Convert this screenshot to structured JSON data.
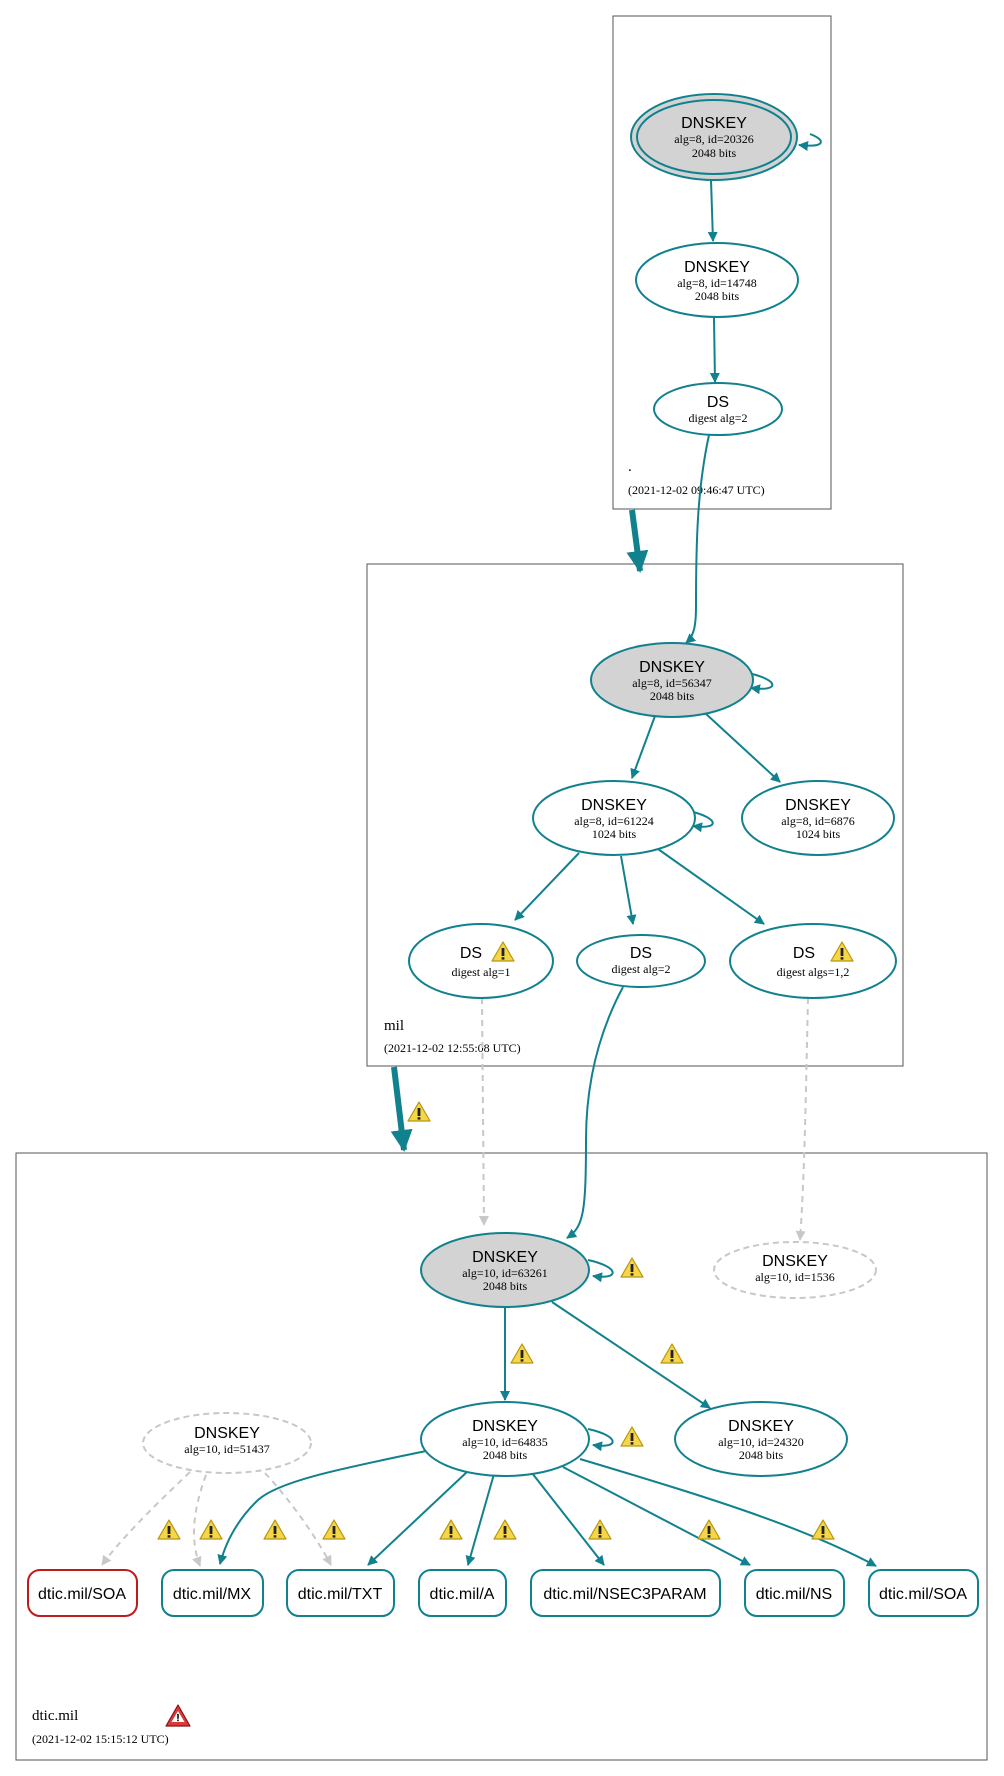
{
  "zones": {
    "root": {
      "name": ".",
      "time": "(2021-12-02 09:46:47 UTC)"
    },
    "mil": {
      "name": "mil",
      "time": "(2021-12-02 12:55:08 UTC)"
    },
    "dtic": {
      "name": "dtic.mil",
      "time": "(2021-12-02 15:15:12 UTC)"
    }
  },
  "nodes": {
    "root_ksk": {
      "title": "DNSKEY",
      "line1": "alg=8, id=20326",
      "line2": "2048 bits"
    },
    "root_zsk": {
      "title": "DNSKEY",
      "line1": "alg=8, id=14748",
      "line2": "2048 bits"
    },
    "root_ds": {
      "title": "DS",
      "line1": "digest alg=2"
    },
    "mil_ksk": {
      "title": "DNSKEY",
      "line1": "alg=8, id=56347",
      "line2": "2048 bits"
    },
    "mil_zsk1": {
      "title": "DNSKEY",
      "line1": "alg=8, id=61224",
      "line2": "1024 bits"
    },
    "mil_zsk2": {
      "title": "DNSKEY",
      "line1": "alg=8, id=6876",
      "line2": "1024 bits"
    },
    "mil_ds1": {
      "title": "DS",
      "line1": "digest alg=1"
    },
    "mil_ds2": {
      "title": "DS",
      "line1": "digest alg=2"
    },
    "mil_ds3": {
      "title": "DS",
      "line1": "digest algs=1,2"
    },
    "dtic_ksk": {
      "title": "DNSKEY",
      "line1": "alg=10, id=63261",
      "line2": "2048 bits"
    },
    "dtic_k1536": {
      "title": "DNSKEY",
      "line1": "alg=10, id=1536"
    },
    "dtic_zsk": {
      "title": "DNSKEY",
      "line1": "alg=10, id=64835",
      "line2": "2048 bits"
    },
    "dtic_k24320": {
      "title": "DNSKEY",
      "line1": "alg=10, id=24320",
      "line2": "2048 bits"
    },
    "dtic_k51437": {
      "title": "DNSKEY",
      "line1": "alg=10, id=51437"
    }
  },
  "records": {
    "soa_err": "dtic.mil/SOA",
    "mx": "dtic.mil/MX",
    "txt": "dtic.mil/TXT",
    "a": "dtic.mil/A",
    "nsec3param": "dtic.mil/NSEC3PARAM",
    "ns": "dtic.mil/NS",
    "soa": "dtic.mil/SOA"
  },
  "colors": {
    "secure_edge": "#11818e",
    "insecure_edge": "#c8c8c8",
    "error_border": "#bf1b1b",
    "warning_fill": "#f5d54a",
    "error_fill": "#d93a3a"
  },
  "icons": {
    "warning": "warning-icon",
    "error": "error-icon"
  }
}
